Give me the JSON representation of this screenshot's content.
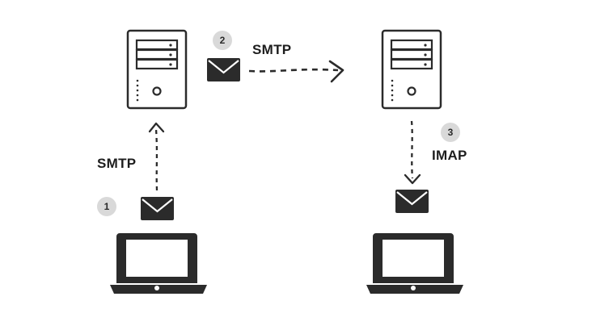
{
  "steps": [
    {
      "number": "1",
      "protocol": "SMTP"
    },
    {
      "number": "2",
      "protocol": "SMTP"
    },
    {
      "number": "3",
      "protocol": "IMAP"
    }
  ],
  "colors": {
    "ink": "#2b2b2b",
    "badge": "#d9d9d9",
    "label": "#1d1d1d",
    "background": "#ffffff"
  },
  "icons": [
    "sender-laptop-icon",
    "sender-server-icon",
    "receiver-server-icon",
    "receiver-laptop-icon",
    "envelope-icon"
  ]
}
